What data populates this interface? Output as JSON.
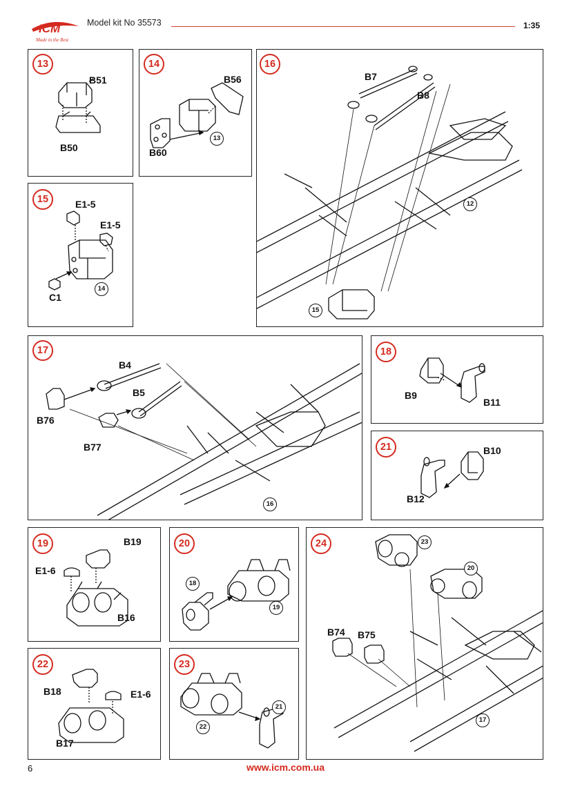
{
  "header": {
    "title": "Model kit No 35573",
    "scale": "1:35",
    "logo": {
      "text": "ICM",
      "tagline": "Made in the Best"
    }
  },
  "footer": {
    "page": "6",
    "url": "www.icm.com.ua"
  },
  "panels": [
    {
      "step": "13",
      "labels": [
        "B51",
        "B50"
      ],
      "refs": []
    },
    {
      "step": "14",
      "labels": [
        "B56",
        "B60"
      ],
      "refs": [
        "13"
      ]
    },
    {
      "step": "15",
      "labels": [
        "E1-5",
        "E1-5",
        "C1"
      ],
      "refs": [
        "14"
      ]
    },
    {
      "step": "16",
      "labels": [
        "B7",
        "B8"
      ],
      "refs": [
        "12",
        "15"
      ]
    },
    {
      "step": "17",
      "labels": [
        "B4",
        "B5",
        "B76",
        "B77"
      ],
      "refs": [
        "16"
      ]
    },
    {
      "step": "18",
      "labels": [
        "B9",
        "B11"
      ],
      "refs": []
    },
    {
      "step": "21",
      "labels": [
        "B10",
        "B12"
      ],
      "refs": []
    },
    {
      "step": "19",
      "labels": [
        "B19",
        "E1-6",
        "B16"
      ],
      "refs": []
    },
    {
      "step": "20",
      "labels": [],
      "refs": [
        "18",
        "19"
      ]
    },
    {
      "step": "24",
      "labels": [
        "B74",
        "B75"
      ],
      "refs": [
        "23",
        "20",
        "17"
      ]
    },
    {
      "step": "22",
      "labels": [
        "B18",
        "E1-6",
        "B17"
      ],
      "refs": []
    },
    {
      "step": "23",
      "labels": [],
      "refs": [
        "21",
        "22"
      ]
    }
  ],
  "colors": {
    "accent": "#d42a1f",
    "ink": "#111111"
  }
}
